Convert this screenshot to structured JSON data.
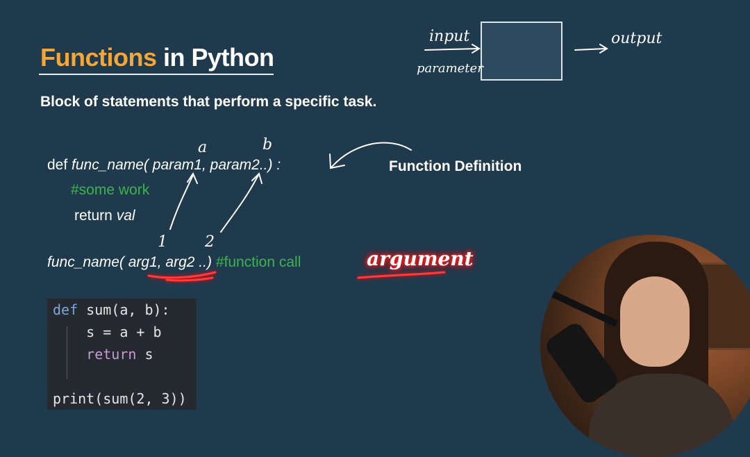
{
  "title": {
    "highlight": "Functions",
    "rest": " in Python"
  },
  "subtitle": "Block of statements that perform a specific task.",
  "definition": {
    "def_kw": "def ",
    "func_sig": "func_name( param1, param2..) :",
    "comment": "#some work",
    "return_kw": "return ",
    "return_val": "val"
  },
  "annotations": {
    "a": "a",
    "b": "b",
    "one": "1",
    "two": "2",
    "function_definition": "Function Definition",
    "argument": "argument"
  },
  "call": {
    "func": "func_name( ",
    "args": "arg1, arg2",
    "rest": " ..) ",
    "comment": "#function call"
  },
  "code": {
    "line1_def": "def",
    "line1_rest": " sum(a, b):",
    "line2": "    s = a + b",
    "line3_kw": "    return",
    "line3_rest": " s",
    "line5": "print(sum(2, 3))"
  },
  "diagram": {
    "input": "input",
    "parameter": "parameter",
    "output": "output"
  },
  "colors": {
    "background": "#1f3a4d",
    "title_highlight": "#f2a73a",
    "comment_green": "#3bb54a",
    "glow_red": "#ff2020"
  }
}
